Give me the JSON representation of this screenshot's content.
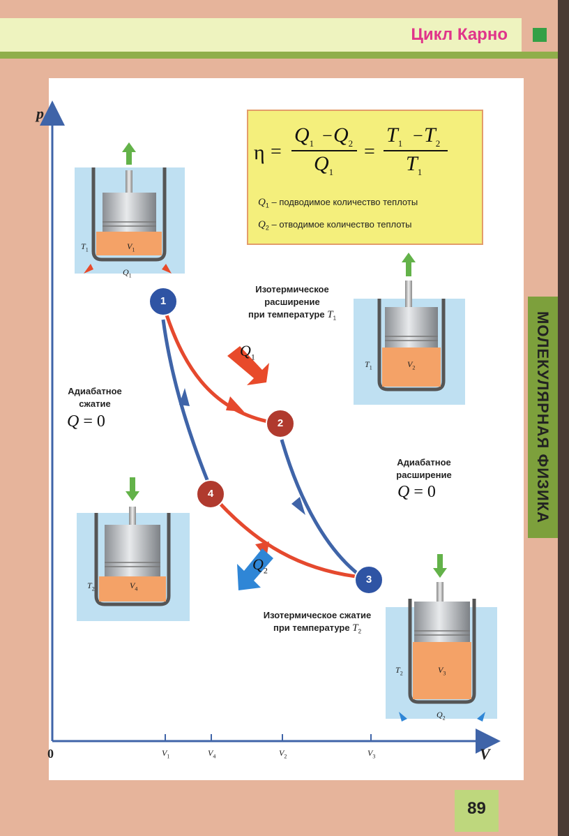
{
  "header": {
    "title": "Цикл Карно"
  },
  "side_tab": {
    "text": "МОЛЕКУЛЯРНАЯ ФИЗИКА"
  },
  "page_number": "89",
  "formula": {
    "eta": "η",
    "equals": "=",
    "q1": "Q",
    "q1_sub": "1",
    "minus": "−",
    "q2": "Q",
    "q2_sub": "2",
    "t1": "T",
    "t1_sub": "1",
    "t2": "T",
    "t2_sub": "2",
    "def1_symbol": "Q",
    "def1_sub": "1",
    "def1_text": " – подводимое количество теплоты",
    "def2_symbol": "Q",
    "def2_sub": "2",
    "def2_text": " – отводимое количество теплоты"
  },
  "axes": {
    "y_label": "p",
    "x_label": "V",
    "origin": "0",
    "ticks": [
      {
        "name": "V",
        "sub": "1"
      },
      {
        "name": "V",
        "sub": "4"
      },
      {
        "name": "V",
        "sub": "2"
      },
      {
        "name": "V",
        "sub": "3"
      }
    ]
  },
  "nodes": [
    "1",
    "2",
    "3",
    "4"
  ],
  "labels": {
    "iso_expansion_line1": "Изотермическое",
    "iso_expansion_line2": "расширение",
    "iso_expansion_line3": "при температуре ",
    "iso_expansion_temp": "T",
    "iso_expansion_temp_sub": "1",
    "adiabatic_compression_line1": "Адиабатное",
    "adiabatic_compression_line2": "сжатие",
    "adiabatic_expansion_line1": "Адиабатное",
    "adiabatic_expansion_line2": "расширение",
    "iso_compression_line1": "Изотермическое сжатие",
    "iso_compression_line2": "при температуре ",
    "iso_compression_temp": "T",
    "iso_compression_temp_sub": "2",
    "q_zero_symbol": "Q",
    "q_zero_rest": " = 0"
  },
  "heat_arrows": [
    {
      "symbol": "Q",
      "sub": "1",
      "color": "#e84a2a"
    },
    {
      "symbol": "Q",
      "sub": "2",
      "color": "#2f86d6"
    }
  ],
  "cylinders": [
    {
      "temp": "T",
      "temp_sub": "1",
      "vol": "V",
      "vol_sub": "1",
      "heat": "Q",
      "heat_sub": "1"
    },
    {
      "temp": "T",
      "temp_sub": "1",
      "vol": "V",
      "vol_sub": "2"
    },
    {
      "temp": "T",
      "temp_sub": "2",
      "vol": "V",
      "vol_sub": "4"
    },
    {
      "temp": "T",
      "temp_sub": "2",
      "vol": "V",
      "vol_sub": "3",
      "heat": "Q",
      "heat_sub": "2"
    }
  ],
  "colors": {
    "isotherm": "#e5492e",
    "adiabat": "#3f64a8",
    "node_red": "#b03a2e",
    "node_blue": "#2f54a4",
    "water": "#bfe0f2",
    "gas": "#f4a267",
    "formula_bg": "#f4ef7c"
  }
}
